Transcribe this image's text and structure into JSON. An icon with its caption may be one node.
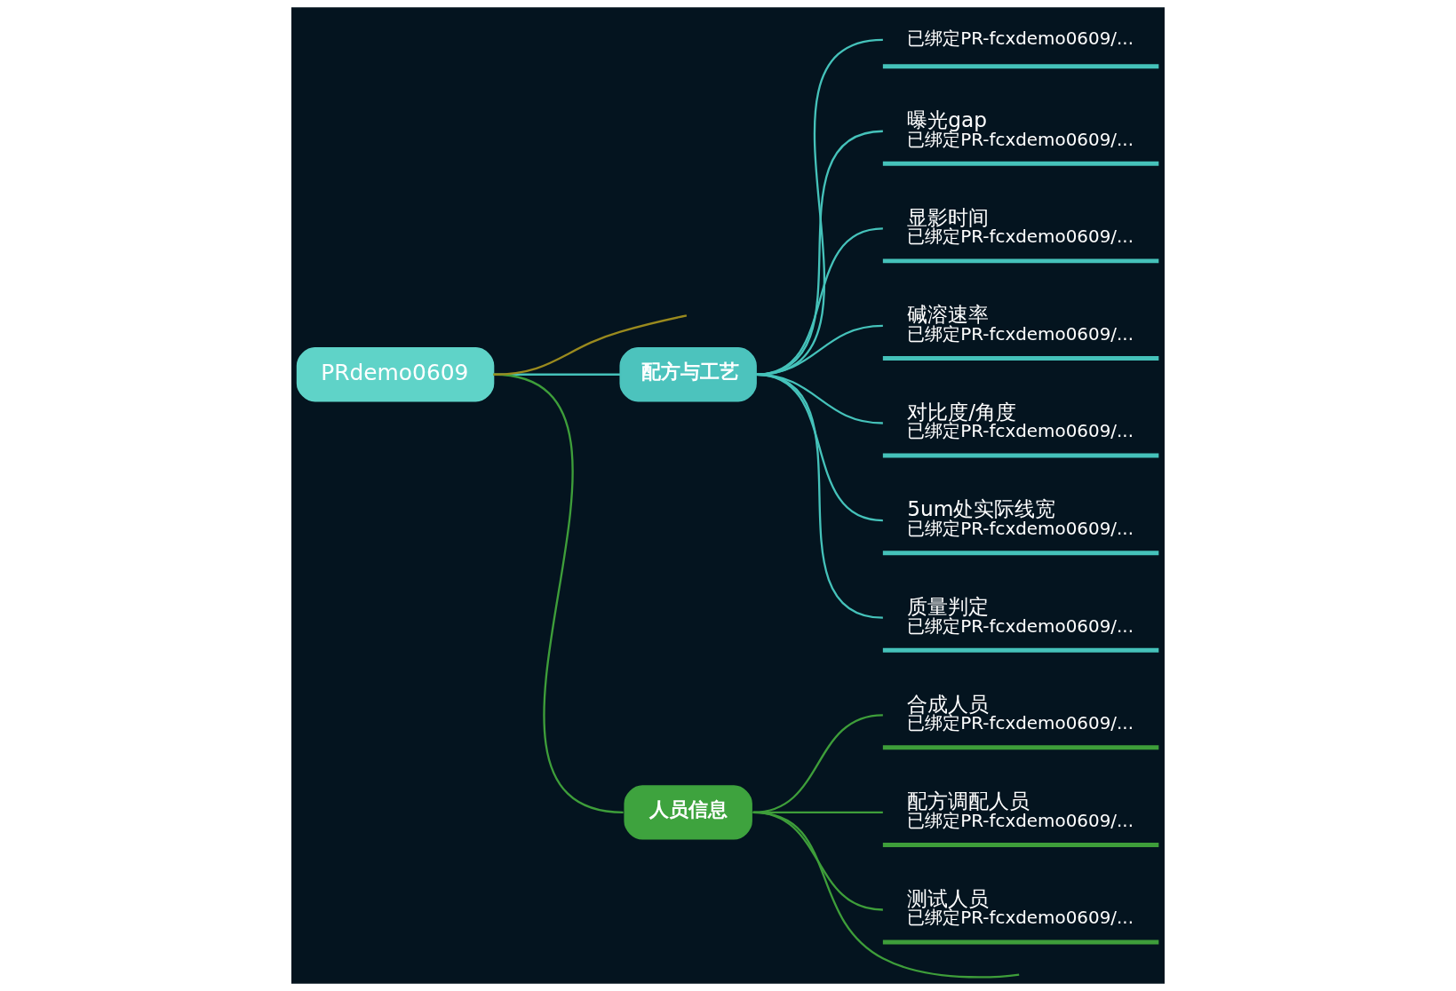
{
  "diagram": {
    "nodes": [
      {
        "text": [
          "PRdemo0609"
        ]
      },
      {
        "text": [
          "配方与工艺"
        ]
      },
      {
        "text": [
          "已绑定PR-fcxdemo0609/..."
        ]
      },
      {
        "text": [
          "曝光gap",
          "已绑定PR-fcxdemo0609/..."
        ]
      },
      {
        "text": [
          "显影时间",
          "已绑定PR-fcxdemo0609/..."
        ]
      },
      {
        "text": [
          "碱溶速率",
          "已绑定PR-fcxdemo0609/..."
        ]
      },
      {
        "text": [
          "对比度/角度",
          "已绑定PR-fcxdemo0609/..."
        ]
      },
      {
        "text": [
          "5um处实际线宽",
          "已绑定PR-fcxdemo0609/..."
        ]
      },
      {
        "text": [
          "质量判定",
          "已绑定PR-fcxdemo0609/..."
        ]
      },
      {
        "text": [
          "人员信息"
        ]
      },
      {
        "text": [
          "合成人员",
          "已绑定PR-fcxdemo0609/..."
        ]
      },
      {
        "text": [
          "配方调配人员",
          "已绑定PR-fcxdemo0609/..."
        ]
      },
      {
        "text": [
          "测试人员",
          "已绑定PR-fcxdemo0609/..."
        ]
      }
    ],
    "edges": [
      {
        "from": 0,
        "to": null,
        "arrow": "none",
        "color": "#9a8a1e"
      },
      {
        "from": 0,
        "to": 1,
        "arrow": "none"
      },
      {
        "from": 0,
        "to": 9,
        "arrow": "none",
        "color": "#3e9e3a"
      },
      {
        "from": 1,
        "to": 2,
        "arrow": "none"
      },
      {
        "from": 1,
        "to": 3,
        "arrow": "none"
      },
      {
        "from": 1,
        "to": 4,
        "arrow": "none"
      },
      {
        "from": 1,
        "to": 5,
        "arrow": "none"
      },
      {
        "from": 1,
        "to": 6,
        "arrow": "none"
      },
      {
        "from": 1,
        "to": 7,
        "arrow": "none"
      },
      {
        "from": 1,
        "to": 8,
        "arrow": "none"
      },
      {
        "from": 9,
        "to": 10,
        "arrow": "none",
        "color": "#3e9e3a"
      },
      {
        "from": 9,
        "to": 11,
        "arrow": "none",
        "color": "#3e9e3a"
      },
      {
        "from": 9,
        "to": 12,
        "arrow": "none",
        "color": "#3e9e3a"
      },
      {
        "from": 9,
        "to": null,
        "arrow": "none",
        "color": "#3e9e3a"
      }
    ]
  }
}
